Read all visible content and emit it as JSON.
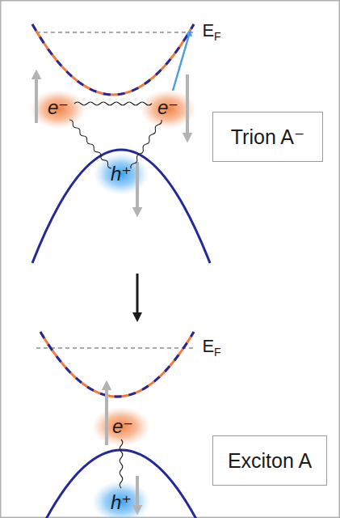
{
  "diagram": {
    "nodes": [
      {
        "text": [
          "Trion A⁻"
        ]
      },
      {
        "text": [
          "Exciton A"
        ]
      }
    ],
    "labels": [
      "EF",
      "e⁻",
      "e⁻",
      "h⁺",
      "EF",
      "e⁻",
      "h⁺"
    ]
  }
}
